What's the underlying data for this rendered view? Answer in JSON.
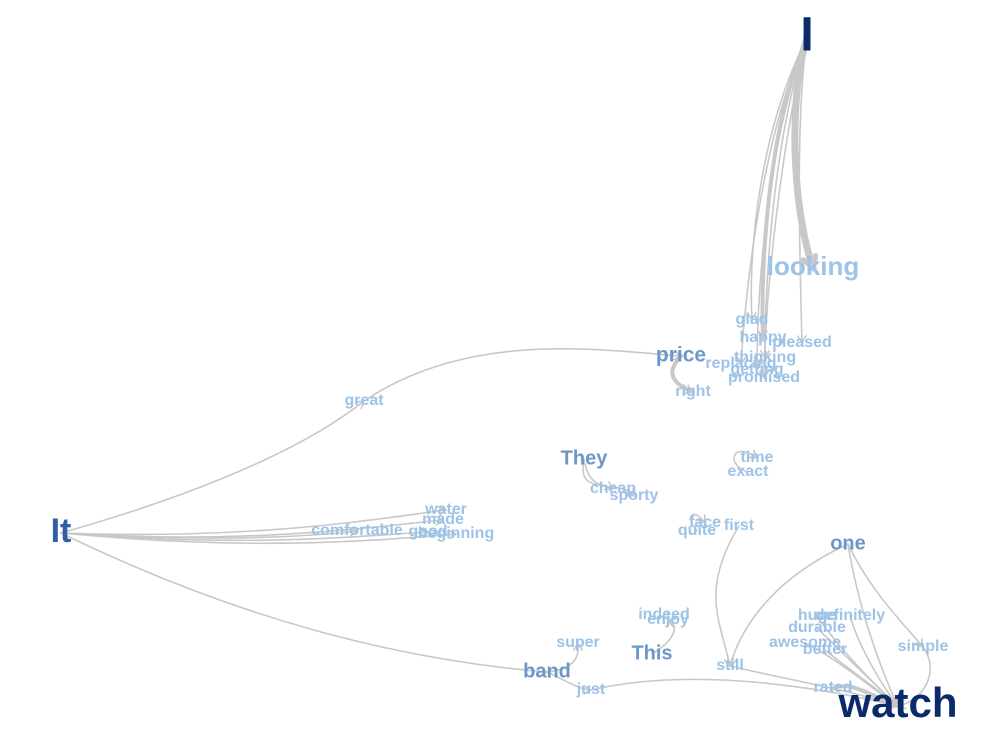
{
  "colors": {
    "edge": "#c8c8c8",
    "tier1": "#0b2a6b",
    "tier2": "#2e5fa7",
    "tier3": "#6f96c9",
    "tier4": "#9dc3e8"
  },
  "nodes": [
    {
      "id": "I",
      "label": "I",
      "tier": 1
    },
    {
      "id": "looking",
      "label": "looking",
      "tier": 4
    },
    {
      "id": "glad",
      "label": "glad",
      "tier": 4
    },
    {
      "id": "happy",
      "label": "happy",
      "tier": 4
    },
    {
      "id": "pleased",
      "label": "pleased",
      "tier": 4
    },
    {
      "id": "replacing",
      "label": "replacing",
      "tier": 4
    },
    {
      "id": "thinking",
      "label": "thinking",
      "tier": 4
    },
    {
      "id": "getting",
      "label": "getting",
      "tier": 4
    },
    {
      "id": "promised",
      "label": "promised",
      "tier": 4
    },
    {
      "id": "price",
      "label": "price",
      "tier": 3
    },
    {
      "id": "right",
      "label": "right",
      "tier": 4
    },
    {
      "id": "great",
      "label": "great",
      "tier": 4
    },
    {
      "id": "It",
      "label": "It",
      "tier": 2
    },
    {
      "id": "water",
      "label": "water",
      "tier": 4
    },
    {
      "id": "made",
      "label": "made",
      "tier": 4
    },
    {
      "id": "comfortable",
      "label": "comfortable",
      "tier": 4
    },
    {
      "id": "good",
      "label": "good",
      "tier": 4
    },
    {
      "id": "beginning",
      "label": "beginning",
      "tier": 4
    },
    {
      "id": "They",
      "label": "They",
      "tier": 3
    },
    {
      "id": "cheap",
      "label": "cheap",
      "tier": 4
    },
    {
      "id": "sporty",
      "label": "sporty",
      "tier": 4
    },
    {
      "id": "time",
      "label": "time",
      "tier": 4
    },
    {
      "id": "exact",
      "label": "exact",
      "tier": 4
    },
    {
      "id": "face",
      "label": "face",
      "tier": 4
    },
    {
      "id": "quite",
      "label": "quite",
      "tier": 4
    },
    {
      "id": "first",
      "label": "first",
      "tier": 4
    },
    {
      "id": "one",
      "label": "one",
      "tier": 3
    },
    {
      "id": "indeed",
      "label": "indeed",
      "tier": 4
    },
    {
      "id": "enjoy",
      "label": "enjoy",
      "tier": 4
    },
    {
      "id": "This",
      "label": "This",
      "tier": 3
    },
    {
      "id": "super",
      "label": "super",
      "tier": 4
    },
    {
      "id": "band",
      "label": "band",
      "tier": 3
    },
    {
      "id": "just",
      "label": "just",
      "tier": 4
    },
    {
      "id": "still",
      "label": "still",
      "tier": 4
    },
    {
      "id": "huge",
      "label": "huge",
      "tier": 4
    },
    {
      "id": "definitely",
      "label": "definitely",
      "tier": 4
    },
    {
      "id": "durable",
      "label": "durable",
      "tier": 4
    },
    {
      "id": "awesome",
      "label": "awesome",
      "tier": 4
    },
    {
      "id": "simple",
      "label": "simple",
      "tier": 4
    },
    {
      "id": "better",
      "label": "better",
      "tier": 4
    },
    {
      "id": "rated",
      "label": "rated",
      "tier": 4
    },
    {
      "id": "watch",
      "label": "watch",
      "tier": 1
    }
  ],
  "edges": [
    {
      "from": "I",
      "to": "looking",
      "weight": 5
    },
    {
      "from": "I",
      "to": "happy",
      "weight": 3
    },
    {
      "from": "I",
      "to": "glad",
      "weight": 1
    },
    {
      "from": "I",
      "to": "pleased",
      "weight": 1
    },
    {
      "from": "I",
      "to": "replacing",
      "weight": 1
    },
    {
      "from": "I",
      "to": "thinking",
      "weight": 1
    },
    {
      "from": "I",
      "to": "getting",
      "weight": 1
    },
    {
      "from": "I",
      "to": "promised",
      "weight": 1
    },
    {
      "from": "price",
      "to": "right",
      "weight": 3
    },
    {
      "from": "It",
      "to": "great",
      "weight": 1
    },
    {
      "from": "great",
      "to": "price",
      "weight": 1
    },
    {
      "from": "It",
      "to": "water",
      "weight": 1
    },
    {
      "from": "It",
      "to": "made",
      "weight": 1
    },
    {
      "from": "It",
      "to": "comfortable",
      "weight": 1
    },
    {
      "from": "It",
      "to": "good",
      "weight": 1
    },
    {
      "from": "It",
      "to": "beginning",
      "weight": 1
    },
    {
      "from": "It",
      "to": "band",
      "weight": 1
    },
    {
      "from": "They",
      "to": "cheap",
      "weight": 1
    },
    {
      "from": "They",
      "to": "sporty",
      "weight": 1
    },
    {
      "from": "exact",
      "to": "time",
      "weight": 1
    },
    {
      "from": "quite",
      "to": "face",
      "weight": 1
    },
    {
      "from": "first",
      "to": "still",
      "weight": 1
    },
    {
      "from": "one",
      "to": "still",
      "weight": 1
    },
    {
      "from": "one",
      "to": "simple",
      "weight": 1
    },
    {
      "from": "This",
      "to": "enjoy",
      "weight": 1
    },
    {
      "from": "band",
      "to": "super",
      "weight": 1
    },
    {
      "from": "band",
      "to": "just",
      "weight": 1
    },
    {
      "from": "just",
      "to": "watch",
      "weight": 1
    },
    {
      "from": "still",
      "to": "watch",
      "weight": 1
    },
    {
      "from": "huge",
      "to": "watch",
      "weight": 1
    },
    {
      "from": "definitely",
      "to": "watch",
      "weight": 1
    },
    {
      "from": "durable",
      "to": "watch",
      "weight": 1
    },
    {
      "from": "awesome",
      "to": "watch",
      "weight": 1
    },
    {
      "from": "better",
      "to": "watch",
      "weight": 1
    },
    {
      "from": "simple",
      "to": "watch",
      "weight": 1
    },
    {
      "from": "one",
      "to": "watch",
      "weight": 1
    },
    {
      "from": "rated",
      "to": "watch",
      "weight": 3
    }
  ]
}
